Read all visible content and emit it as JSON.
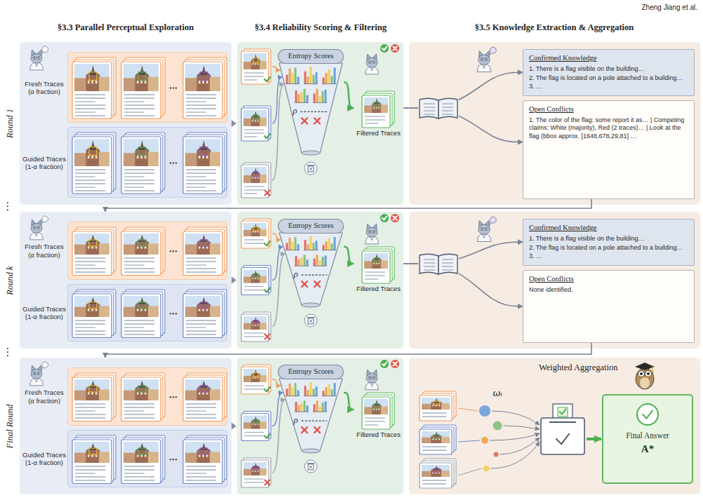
{
  "diagram": {
    "nodes": [
      {
        "text": [
          "Round 1"
        ]
      },
      {
        "text": [
          "Fresh Traces (α fraction)"
        ],
        "in": 0
      },
      {
        "text": [
          "Guided Traces (1-α fraction)"
        ],
        "in": 0
      },
      {
        "text": [
          "Entropy Scores",
          "ρ"
        ]
      },
      {
        "text": [
          "Filtered Traces"
        ]
      },
      {
        "text": [
          "Confirmed Knowledge",
          "1. There is a flag visible on the building…",
          "2. The flag is located on a pole attached to a building…",
          "3. …"
        ]
      },
      {
        "text": [
          "Open Conflicts",
          "1. The color of the flag: some report it as… | Competing claims: White (majority), Red (2 traces)… | Look at the flag (bbox approx. [1648,678,29,81] …"
        ]
      },
      {
        "text": [
          "Round k"
        ]
      },
      {
        "text": [
          "Fresh Traces (α fraction)"
        ],
        "in": 7
      },
      {
        "text": [
          "Guided Traces (1-α fraction)"
        ],
        "in": 7
      },
      {
        "text": [
          "Entropy Scores",
          "ρ"
        ]
      },
      {
        "text": [
          "Filtered Traces"
        ]
      },
      {
        "text": [
          "Confirmed Knowledge",
          "1. There is a flag visible on the building…",
          "2. The flag is located on a pole attached to a building…",
          "3. …"
        ]
      },
      {
        "text": [
          "Open Conflicts",
          "None identified."
        ]
      },
      {
        "text": [
          "Final Round"
        ]
      },
      {
        "text": [
          "Fresh Traces (α fraction)"
        ],
        "in": 14
      },
      {
        "text": [
          "Guided Traces (1-α fraction)"
        ],
        "in": 14
      },
      {
        "text": [
          "Entropy Scores",
          "ρ"
        ]
      },
      {
        "text": [
          "Filtered Traces"
        ]
      },
      {
        "text": [
          "Weighted Aggregation"
        ]
      },
      {
        "text": [
          "Final Answer",
          "A*"
        ],
        "in": 19
      }
    ],
    "edges": [
      {
        "from": 3,
        "to": 4,
        "arrow": "to"
      },
      {
        "from": 4,
        "to": 5,
        "arrow": "to"
      },
      {
        "from": 4,
        "to": 6,
        "arrow": "to"
      },
      {
        "from": 6,
        "to": 7,
        "arrow": "to"
      },
      {
        "from": 10,
        "to": 11,
        "arrow": "to"
      },
      {
        "from": 11,
        "to": 12,
        "arrow": "to"
      },
      {
        "from": 11,
        "to": 13,
        "arrow": "to"
      },
      {
        "from": 13,
        "to": 14,
        "arrow": "to"
      },
      {
        "from": 17,
        "to": 18,
        "arrow": "to"
      }
    ],
    "labels": [
      "Zheng Jiang et al.",
      "§3.3 Parallel Perceptual Exploration",
      "§3.4 Reliability Scoring & Filtering",
      "§3.5 Knowledge Extraction & Aggregation",
      "⋮",
      "⋮",
      "ωᵢ"
    ]
  }
}
